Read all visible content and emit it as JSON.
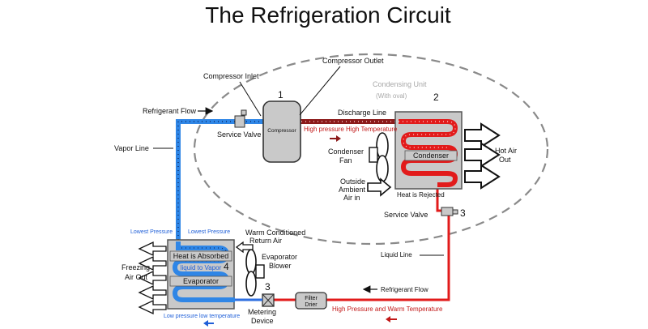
{
  "title": "The Refrigeration Circuit",
  "colors": {
    "vapor_line": "#2f86e6",
    "discharge_line": "#8b1a1a",
    "liquid_line": "#e21b1b",
    "low_pressure_text": "#1f5fd8",
    "high_pressure_text": "#c21818",
    "component_fill": "#c9c9c9"
  },
  "labels": {
    "compressor_inlet": "Compressor Inlet",
    "compressor_outlet": "Compressor Outlet",
    "condensing_unit": "Condensing Unit",
    "with_oval": "(With oval)",
    "refrigerant_flow_top": "Refrigerant Flow",
    "service_valve_top": "Service Valve",
    "compressor": "Compressor",
    "num_1": "1",
    "num_2": "2",
    "num_3_right": "3",
    "num_3_bottom": "3",
    "num_4": "4",
    "discharge_line": "Discharge Line",
    "high_pressure_high_temp": "High pressure High Temperature",
    "condenser": "Condenser",
    "condenser_fan_1": "Condenser",
    "condenser_fan_2": "Fan",
    "hot_air_1": "Hot Air",
    "hot_air_2": "Out",
    "outside_air_1": "Outside",
    "outside_air_2": "Ambient",
    "outside_air_3": "Air in",
    "heat_rejected": "Heat is Rejected",
    "vapor_line": "Vapor Line",
    "service_valve_right": "Service Valve",
    "lowest_pressure_1": "Lowest Pressure",
    "lowest_pressure_2": "Lowest Pressure",
    "warm_return_1": "Warm Conditioned",
    "warm_return_2": "Return Air",
    "heat_absorbed": "Heat is Absorbed",
    "liquid_to_vapor": "liquid to Vapor",
    "evaporator": "Evaporator",
    "evap_blower_1": "Evaporator",
    "evap_blower_2": "Blower",
    "freezing_1": "Freezing",
    "freezing_2": "Air Out",
    "liquid_line": "Liquid Line",
    "refrigerant_flow_bottom": "Refrigerant Flow",
    "filter_drier_1": "Filter",
    "filter_drier_2": "Drier",
    "metering_1": "Metering",
    "metering_2": "Device",
    "low_pressure_low_temp": "Low pressure low temperature",
    "high_pressure_warm_temp": "High Pressure and  Warm Temperature"
  }
}
